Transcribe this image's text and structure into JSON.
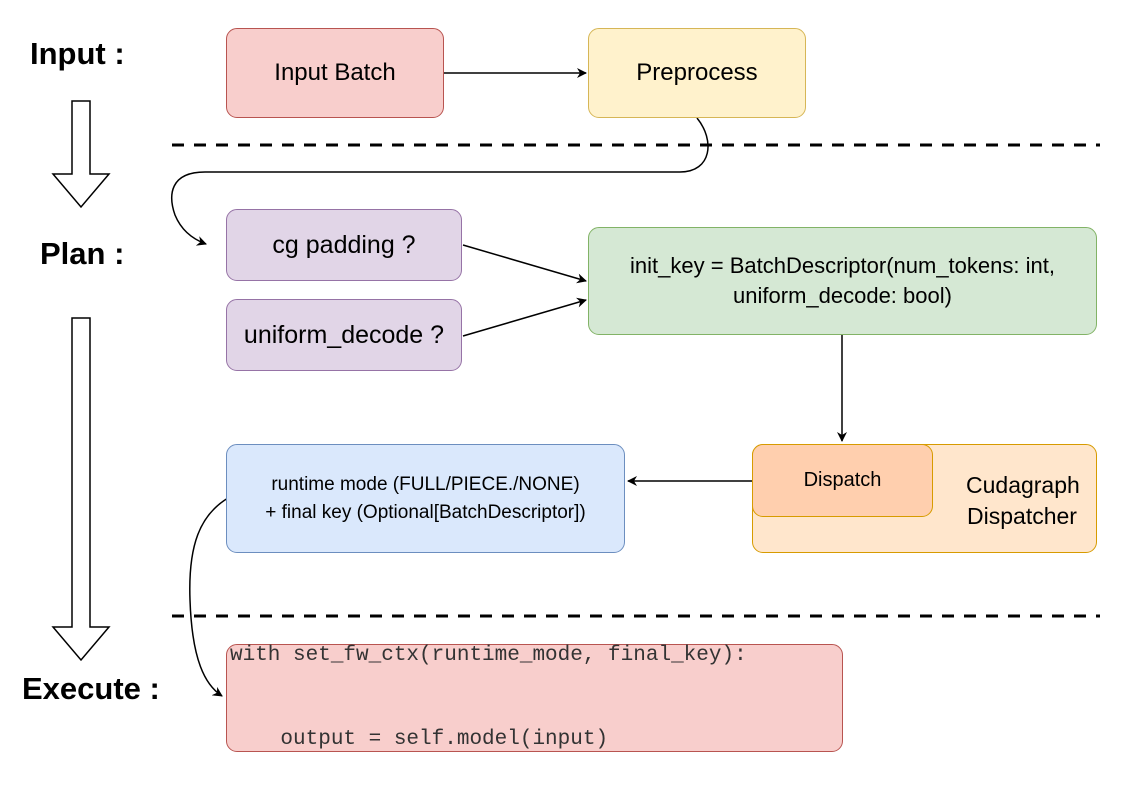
{
  "stages": {
    "input": "Input :",
    "plan": "Plan :",
    "execute": "Execute :"
  },
  "nodes": {
    "input_batch": "Input Batch",
    "preprocess": "Preprocess",
    "cg_padding": "cg padding ?",
    "uniform_decode": "uniform_decode ?",
    "init_key_line1": "init_key = BatchDescriptor(num_tokens: int,",
    "init_key_line2": "uniform_decode: bool)",
    "runtime_line1": "runtime mode (FULL/PIECE./NONE)",
    "runtime_line2": "+ final key (Optional[BatchDescriptor])",
    "dispatch": "Dispatch",
    "dispatcher_line1": "Cudagraph",
    "dispatcher_line2": "Dispatcher",
    "exec_line1": "with set_fw_ctx(runtime_mode, final_key):",
    "exec_line2": "    output = self.model(input)"
  },
  "colors": {
    "red_fill": "#f8cecc",
    "yellow_fill": "#fff2cc",
    "purple_fill": "#e1d5e7",
    "green_fill": "#d5e8d4",
    "blue_fill": "#dae8fc",
    "orange_fill": "#ffe6cc",
    "orange_inner_fill": "#ffcfae"
  }
}
